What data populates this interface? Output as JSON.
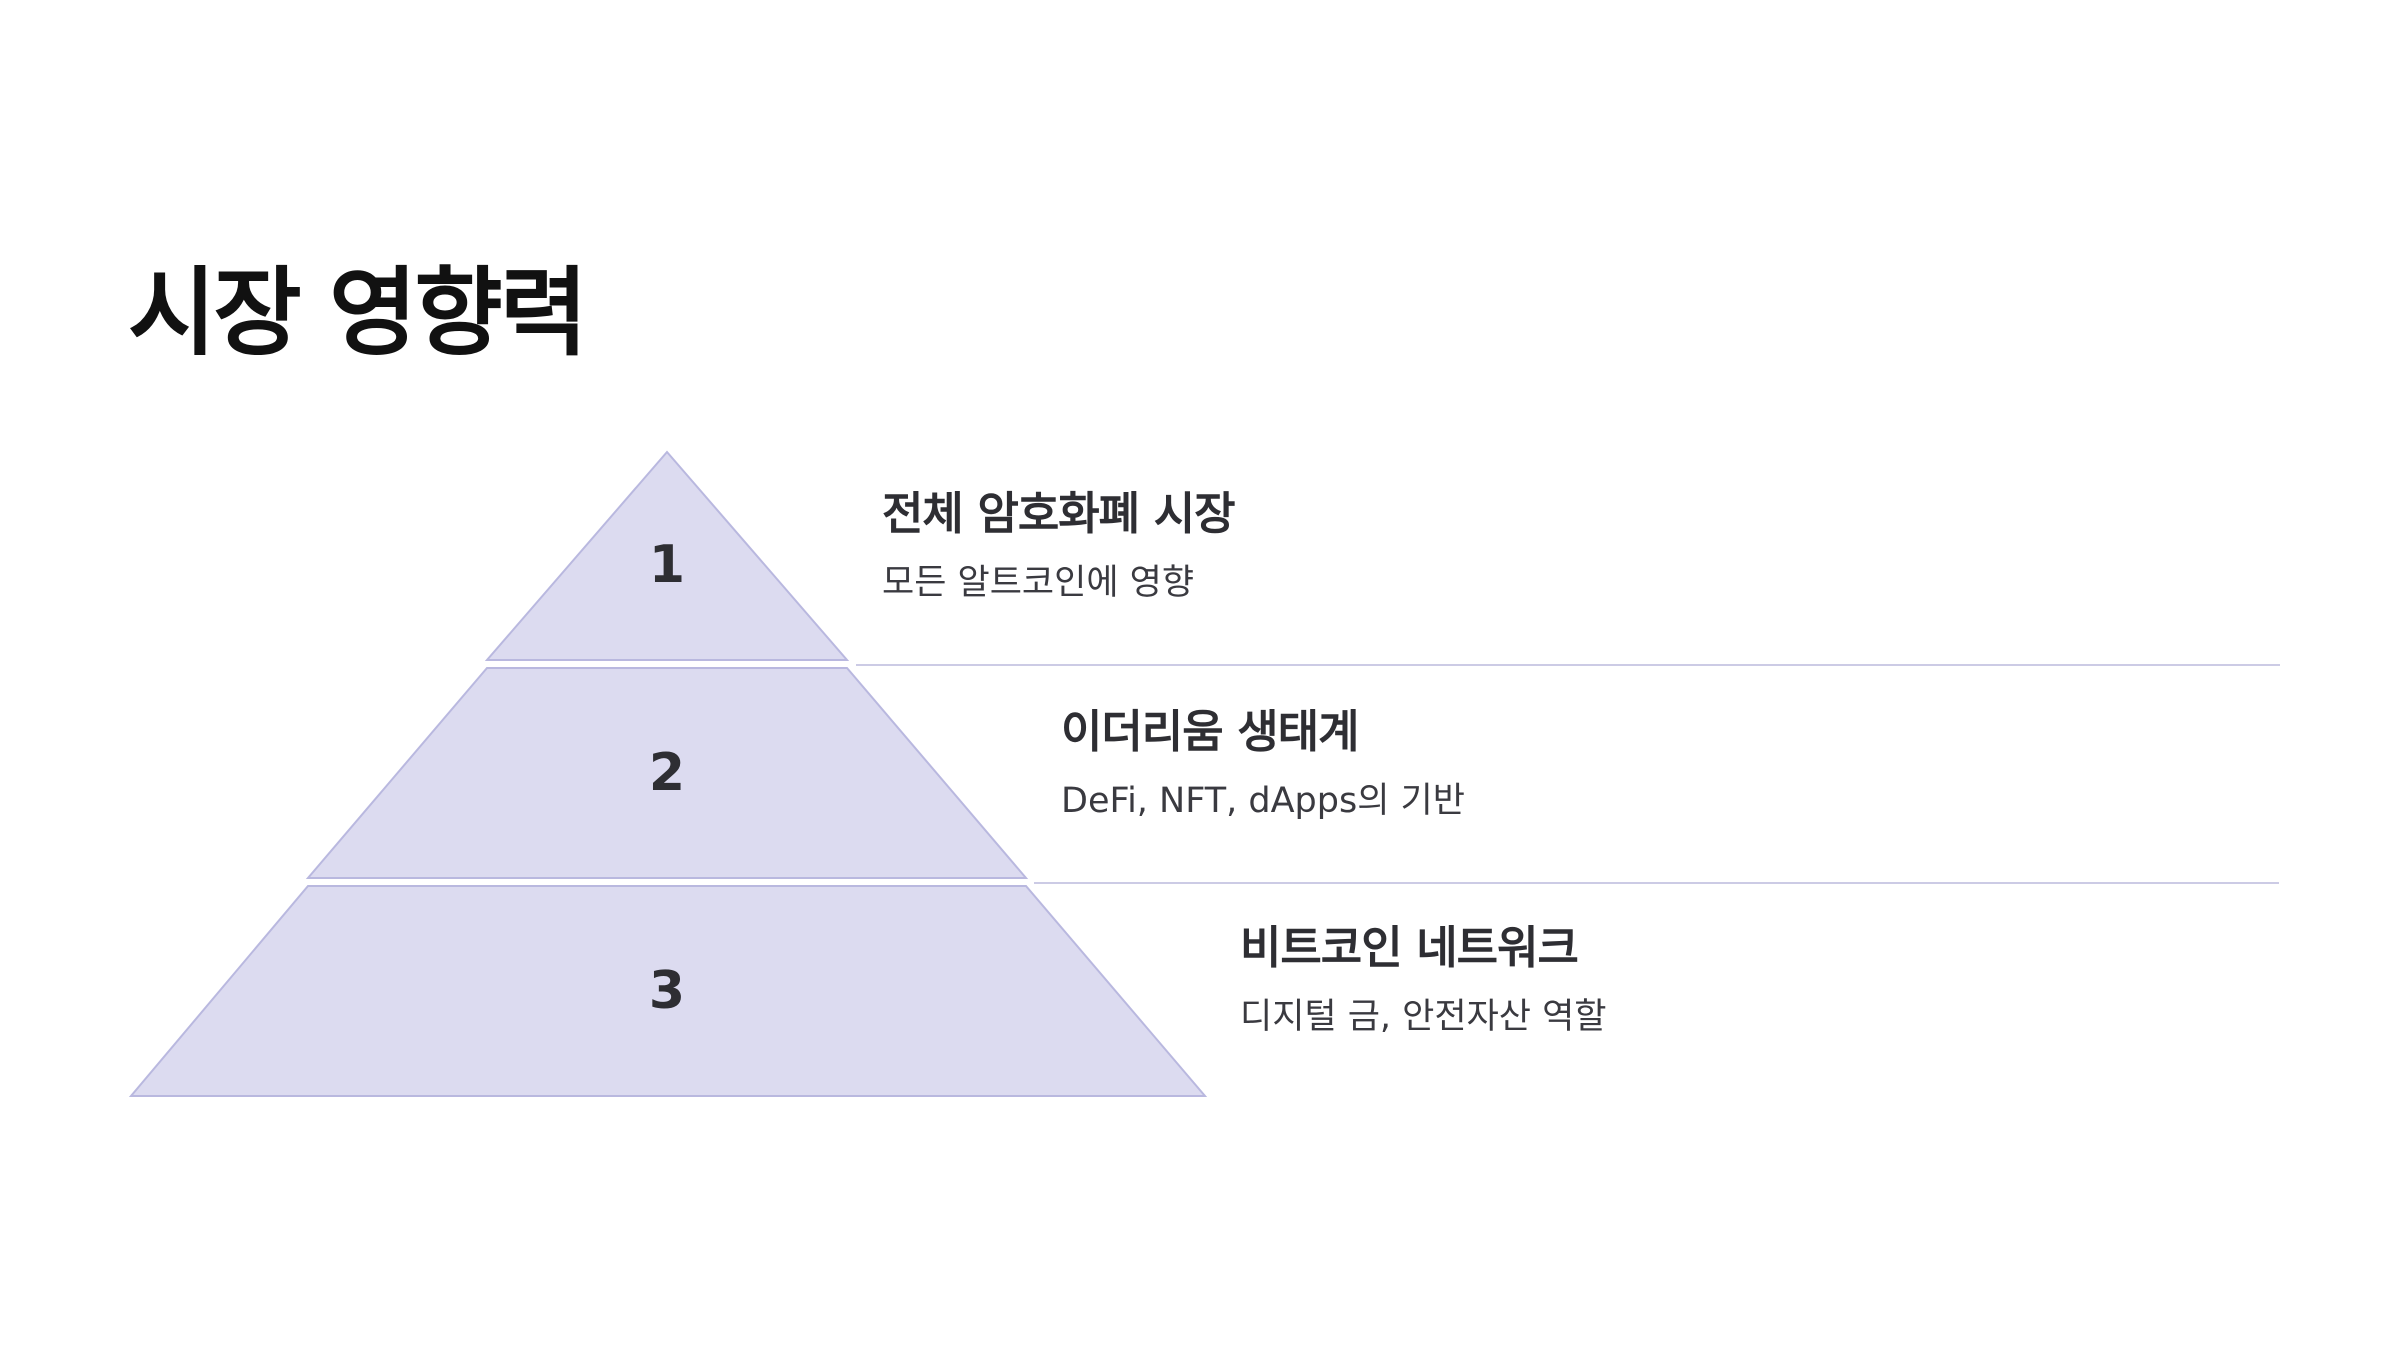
{
  "title": "시장 영향력",
  "tiers": [
    {
      "number": "1",
      "title": "전체 암호화폐 시장",
      "description": "모든 알트코인에 영향"
    },
    {
      "number": "2",
      "title": "이더리움 생태계",
      "description": "DeFi, NFT, dApps의 기반"
    },
    {
      "number": "3",
      "title": "비트코인 네트워크",
      "description": "디지털 금, 안전자산 역할"
    }
  ],
  "colors": {
    "tier_fill": "#dcdbf0",
    "tier_stroke": "#b9b8df",
    "text": "#2e2e33"
  }
}
